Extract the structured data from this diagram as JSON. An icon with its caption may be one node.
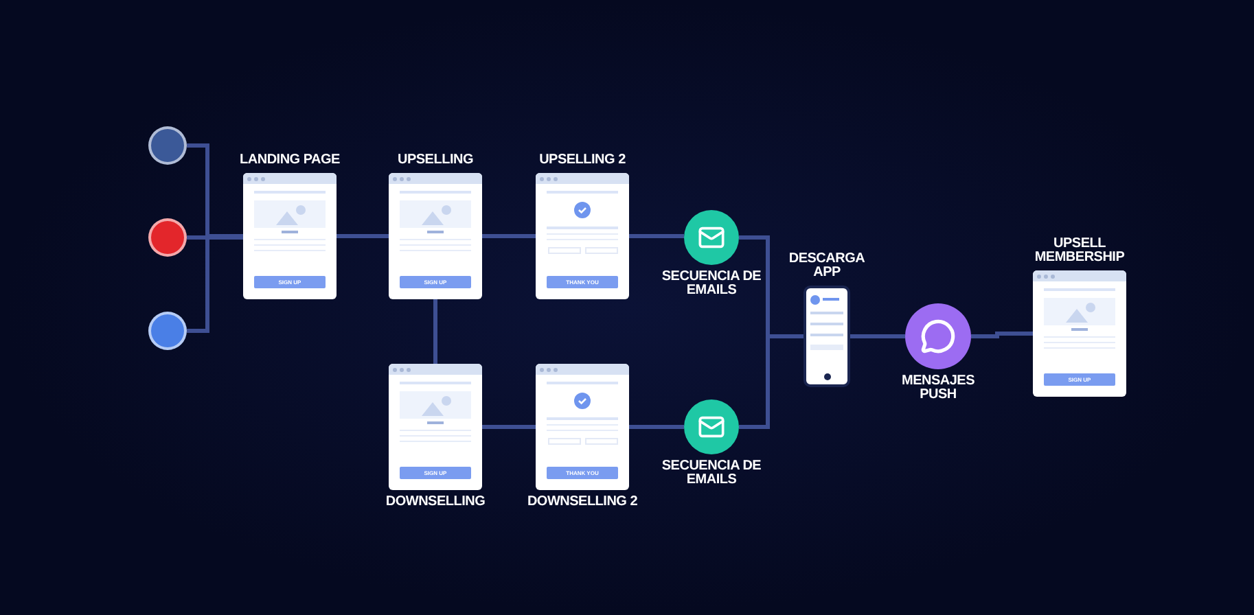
{
  "diagram": {
    "nodes": [
      {
        "text": [],
        "shape": "circle"
      },
      {
        "text": [],
        "shape": "circle"
      },
      {
        "text": [],
        "shape": "circle"
      },
      {
        "text": [
          "LANDING PAGE",
          "SIGN UP"
        ]
      },
      {
        "text": [
          "UPSELLING",
          "SIGN UP"
        ]
      },
      {
        "text": [
          "UPSELLING 2",
          "THANK YOU"
        ]
      },
      {
        "text": [
          "SECUENCIA DE EMAILS"
        ]
      },
      {
        "text": [
          "SIGN UP",
          "DOWNSELLING"
        ]
      },
      {
        "text": [
          "THANK YOU",
          "DOWNSELLING 2"
        ]
      },
      {
        "text": [
          "SECUENCIA DE EMAILS"
        ]
      },
      {
        "text": [
          "DESCARGA APP"
        ]
      },
      {
        "text": [
          "MENSAJES PUSH"
        ]
      },
      {
        "text": [
          "UPSELL MEMBERSHIP",
          "SIGN UP"
        ]
      }
    ],
    "edges": [
      {
        "from": 0,
        "to": 3,
        "arrow": "none"
      },
      {
        "from": 1,
        "to": 3,
        "arrow": "none"
      },
      {
        "from": 2,
        "to": 3,
        "arrow": "none"
      },
      {
        "from": 3,
        "to": 4,
        "arrow": "none"
      },
      {
        "from": 4,
        "to": 5,
        "arrow": "none"
      },
      {
        "from": 5,
        "to": 6,
        "arrow": "none"
      },
      {
        "from": 4,
        "to": 7,
        "arrow": "none"
      },
      {
        "from": 7,
        "to": 8,
        "arrow": "none"
      },
      {
        "from": 8,
        "to": 9,
        "arrow": "none"
      },
      {
        "from": 6,
        "to": 10,
        "arrow": "none"
      },
      {
        "from": 9,
        "to": 10,
        "arrow": "none"
      },
      {
        "from": 10,
        "to": 11,
        "arrow": "none"
      },
      {
        "from": 11,
        "to": 12,
        "arrow": "none"
      }
    ]
  }
}
